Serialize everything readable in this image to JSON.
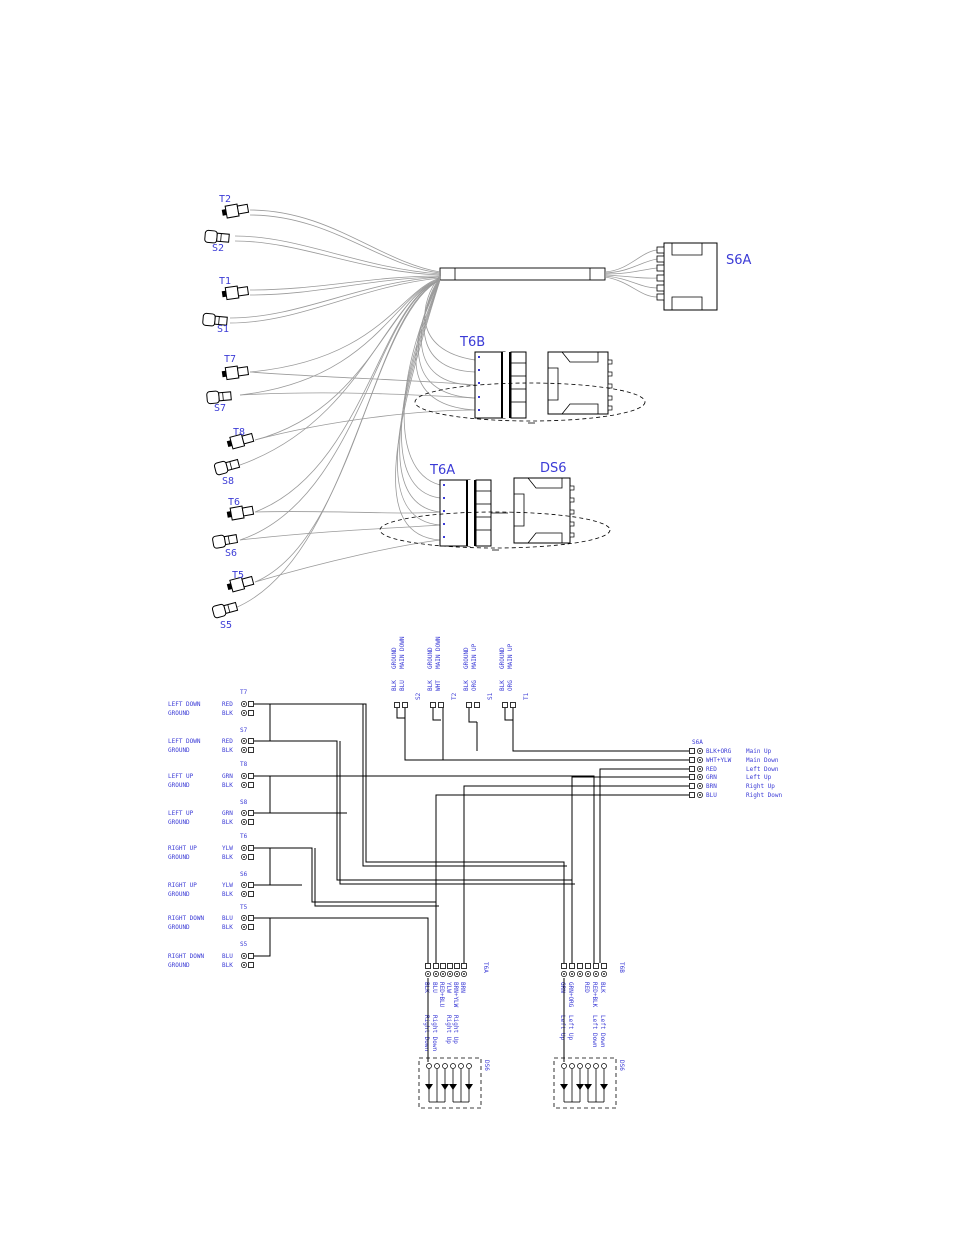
{
  "harness": {
    "labels": {
      "s6a": "S6A",
      "t6b": "T6B",
      "t6a": "T6A",
      "ds6": "DS6",
      "t2": "T2",
      "s2": "S2",
      "t1": "T1",
      "s1": "S1",
      "t7": "T7",
      "s7": "S7",
      "t8": "T8",
      "s8": "S8",
      "t6": "T6",
      "s6": "S6",
      "t5": "T5",
      "s5": "S5"
    }
  },
  "schematic": {
    "left_rows": [
      {
        "func": "LEFT DOWN",
        "conn": "T7",
        "color": "RED"
      },
      {
        "func": "GROUND",
        "conn": "",
        "color": "BLK"
      },
      {
        "func": "LEFT DOWN",
        "conn": "S7",
        "color": "RED"
      },
      {
        "func": "GROUND",
        "conn": "",
        "color": "BLK"
      },
      {
        "func": "LEFT UP",
        "conn": "T8",
        "color": "GRN"
      },
      {
        "func": "GROUND",
        "conn": "",
        "color": "BLK"
      },
      {
        "func": "LEFT UP",
        "conn": "S8",
        "color": "GRN"
      },
      {
        "func": "GROUND",
        "conn": "",
        "color": "BLK"
      },
      {
        "func": "RIGHT UP",
        "conn": "T6",
        "color": "YLW"
      },
      {
        "func": "GROUND",
        "conn": "",
        "color": "BLK"
      },
      {
        "func": "RIGHT UP",
        "conn": "S6",
        "color": "YLW"
      },
      {
        "func": "GROUND",
        "conn": "",
        "color": "BLK"
      },
      {
        "func": "RIGHT DOWN",
        "conn": "T5",
        "color": "BLU"
      },
      {
        "func": "GROUND",
        "conn": "",
        "color": "BLK"
      },
      {
        "func": "RIGHT DOWN",
        "conn": "S5",
        "color": "BLU"
      },
      {
        "func": "GROUND",
        "conn": "",
        "color": "BLK"
      }
    ],
    "s6a": {
      "title": "S6A",
      "rows": [
        {
          "color": "BLK+ORG",
          "func": "Main Up"
        },
        {
          "color": "WHT+YLW",
          "func": "Main Down"
        },
        {
          "color": "RED",
          "func": "Left Down"
        },
        {
          "color": "GRN",
          "func": "Left Up"
        },
        {
          "color": "BRN",
          "func": "Right Up"
        },
        {
          "color": "BLU",
          "func": "Right Down"
        }
      ]
    },
    "top_conn": [
      {
        "name": "S2",
        "colors": [
          "BLK",
          "BLU"
        ],
        "funcs": [
          "GROUND",
          "MAIN DOWN"
        ]
      },
      {
        "name": "T2",
        "colors": [
          "BLK",
          "WHT"
        ],
        "funcs": [
          "GROUND",
          "MAIN DOWN"
        ]
      },
      {
        "name": "S1",
        "colors": [
          "BLK",
          "ORG"
        ],
        "funcs": [
          "GROUND",
          "MAIN UP"
        ]
      },
      {
        "name": "T1",
        "colors": [
          "BLK",
          "ORG"
        ],
        "funcs": [
          "GROUND",
          "MAIN UP"
        ]
      }
    ],
    "t6a": {
      "title": "T6A",
      "colors": [
        "BLK",
        "BLU",
        "RED+BLU",
        "YLW",
        "BRN+YLW",
        "BRN"
      ],
      "funcs": [
        "Right Down",
        "Right Down",
        "Right Up",
        "Right Up"
      ]
    },
    "t6b": {
      "title": "T6B",
      "colors": [
        "GRN",
        "GRN+ORG",
        "RED",
        "RED+BLK",
        "BLK"
      ],
      "funcs": [
        "Left Up",
        "Left Up",
        "Left Down",
        "Left Down"
      ]
    },
    "ds_left": "DS6",
    "ds_right": "DS6"
  }
}
